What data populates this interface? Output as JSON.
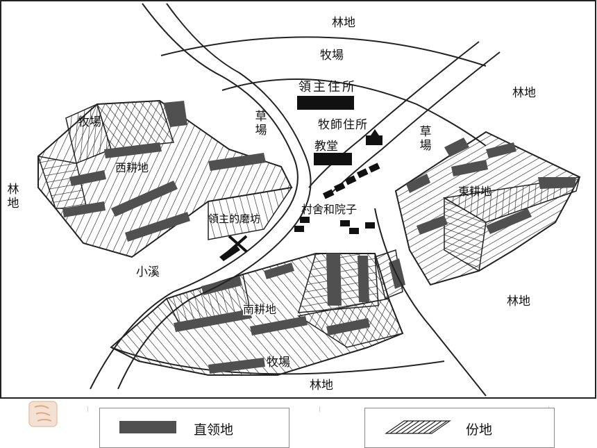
{
  "map": {
    "labels": {
      "forest_top": "林地",
      "pasture_top": "牧場",
      "forest_upper_right": "林地",
      "lord_residence": "領主住所",
      "pastor_residence": "牧師住所",
      "church": "教堂",
      "grass_left": "草場",
      "grass_right": "草場",
      "pasture_west": "牧場",
      "west_field": "西耕地",
      "forest_left": "林地",
      "east_field": "東耕地",
      "village": "村舍和院子",
      "lord_mill": "領主的磨坊",
      "stream": "小溪",
      "forest_lower_right": "林地",
      "south_field": "南耕地",
      "pasture_bottom": "牧場",
      "forest_bottom": "林地"
    }
  },
  "legend": {
    "demesne_label": "直领地",
    "tenant_label": "份地",
    "demesne_color": "#505050"
  },
  "icons": [
    "seal-logo-icon",
    "windmill-icon",
    "house-icon"
  ]
}
